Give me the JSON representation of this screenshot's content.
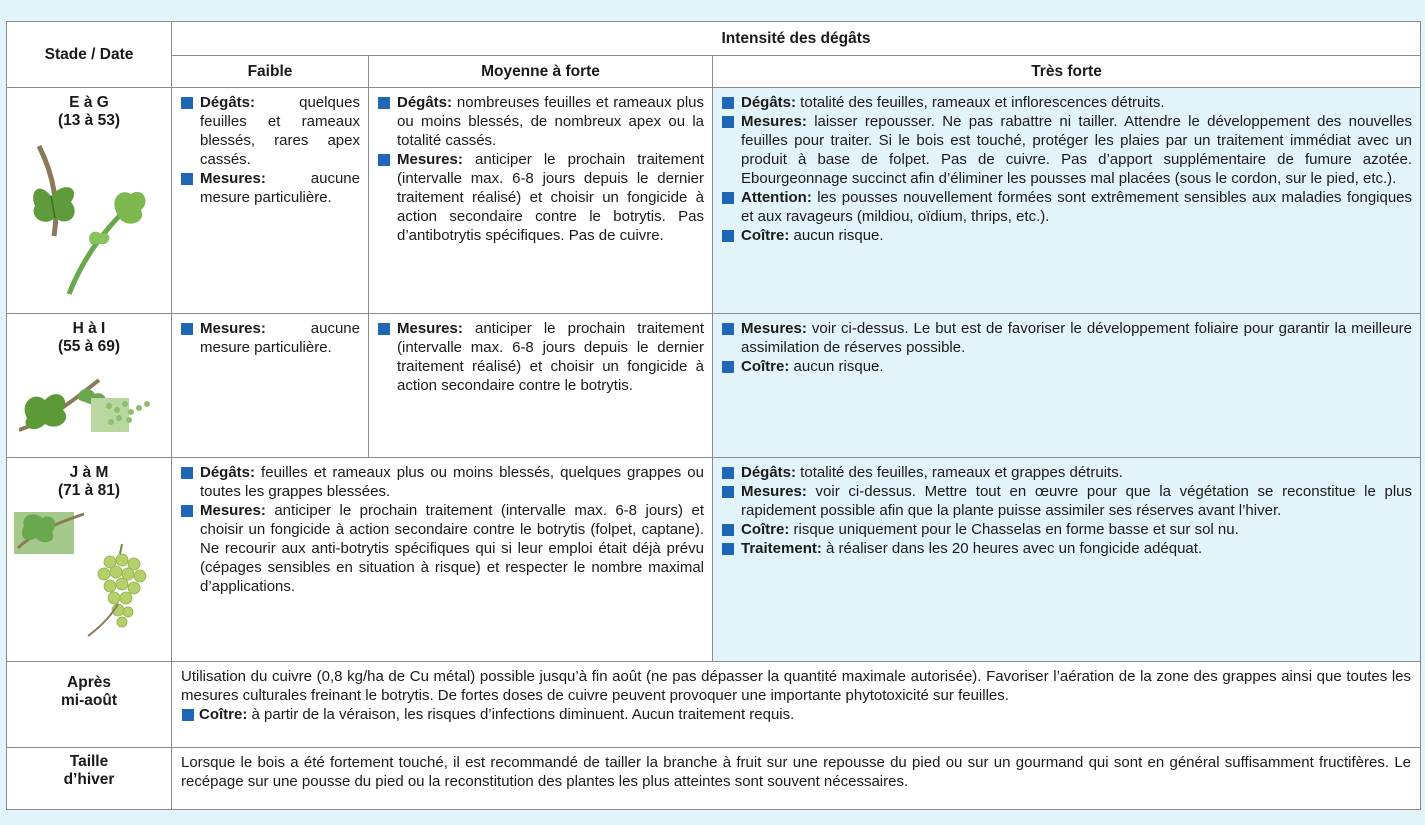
{
  "headers": {
    "stage_date": "Stade / Date",
    "intensity": "Intensité des dégâts",
    "faible": "Faible",
    "moyenne": "Moyenne à forte",
    "tres_forte": "Très forte"
  },
  "rows": [
    {
      "stage": "E à G",
      "range": "(13 à 53)",
      "faible": [
        {
          "kw": "Dégâts:",
          "text": " quelques feuilles et rameaux blessés, rares apex cassés."
        },
        {
          "kw": "Mesures:",
          "text": " aucune mesure particulière."
        }
      ],
      "moyenne": [
        {
          "kw": "Dégâts:",
          "text": " nombreuses feuilles et rameaux plus ou moins blessés, de nombreux apex ou la totalité cassés."
        },
        {
          "kw": "Mesures:",
          "text": " anticiper le prochain traitement (intervalle max. 6-8 jours depuis le dernier traitement réalisé) et choisir un fongicide à action secondaire contre le botrytis. Pas d’antibotrytis spécifiques. Pas de cuivre."
        }
      ],
      "tres_forte": [
        {
          "kw": "Dégâts:",
          "text": " totalité des feuilles, rameaux et inflorescences détruits."
        },
        {
          "kw": "Mesures:",
          "text": " laisser repousser. Ne pas rabattre ni tailler. Attendre le développement des nouvelles feuilles pour traiter. Si le bois est touché, protéger les plaies par un traitement immédiat avec un produit à base de folpet. Pas de cuivre. Pas d’apport supplémentaire de fumure azotée. Ebourgeonnage succinct afin d’éliminer les pousses mal placées (sous le cordon, sur le pied, etc.)."
        },
        {
          "kw": "Attention:",
          "text": " les pousses nouvellement formées sont extrêmement sensibles aux maladies fongiques et aux ravageurs (mildiou, oïdium, thrips, etc.)."
        },
        {
          "kw": "Coître:",
          "text": " aucun risque."
        }
      ]
    },
    {
      "stage": "H à I",
      "range": "(55 à 69)",
      "faible": [
        {
          "kw": "Mesures:",
          "text": " aucune mesure particulière."
        }
      ],
      "moyenne": [
        {
          "kw": "Mesures:",
          "text": " anticiper le prochain traitement (intervalle max. 6-8 jours depuis le dernier traitement réalisé) et choisir un fongicide à action secondaire contre le botrytis."
        }
      ],
      "tres_forte": [
        {
          "kw": "Mesures:",
          "text": " voir ci-dessus. Le but est de favoriser le développement foliaire pour garantir la meilleure assimilation de réserves possible."
        },
        {
          "kw": "Coître:",
          "text": " aucun risque."
        }
      ]
    },
    {
      "stage": "J à M",
      "range": "(71 à 81)",
      "faible_moyenne": [
        {
          "kw": "Dégâts:",
          "text": " feuilles et rameaux plus ou moins blessés, quelques grappes ou toutes les grappes blessées."
        },
        {
          "kw": "Mesures:",
          "text": " anticiper le prochain traitement (intervalle max. 6-8 jours) et choisir un fongicide à action secondaire contre le botrytis (folpet, captane). Ne recourir aux anti-botrytis spécifiques qui si leur emploi était déjà prévu (cépages sensibles en situation à risque) et respecter le nombre maximal d’applications."
        }
      ],
      "tres_forte": [
        {
          "kw": "Dégâts:",
          "text": " totalité des feuilles, rameaux et grappes détruits."
        },
        {
          "kw": "Mesures:",
          "text": " voir ci-dessus. Mettre tout en œuvre pour que la végétation se reconstitue le plus rapidement possible afin que la plante puisse assimiler ses réserves avant l’hiver."
        },
        {
          "kw": "Coître:",
          "text": " risque uniquement pour le Chasselas en forme basse et sur sol nu."
        },
        {
          "kw": "Traitement:",
          "text": " à réaliser dans les 20 heures avec un fongicide adéquat."
        }
      ]
    }
  ],
  "apres": {
    "stage_line1": "Après",
    "stage_line2": "mi-août",
    "text": "Utilisation du cuivre (0,8 kg/ha de Cu métal) possible jusqu’à fin août (ne pas dépasser la quantité maximale autorisée). Favoriser l’aération de la zone des grappes ainsi que toutes les mesures culturales freinant le botrytis. De fortes doses de cuivre peuvent provoquer une importante phytotoxicité sur feuilles.",
    "item_kw": "Coître:",
    "item_text": " à partir de la véraison, les risques d’infections diminuent. Aucun traitement requis."
  },
  "taille": {
    "stage_line1": "Taille",
    "stage_line2": "d’hiver",
    "text": "Lorsque le bois a été fortement touché, il est recommandé de tailler la branche à fruit sur une repousse du pied ou sur un gourmand qui sont en général suffisamment fructifères. Le recépage sur une pousse du pied ou la reconstitution des plantes les plus atteintes sont souvent nécessaires."
  },
  "colors": {
    "bullet": "#1f67b4",
    "tint": "#e3f3fa",
    "border": "#8c8c8c"
  }
}
